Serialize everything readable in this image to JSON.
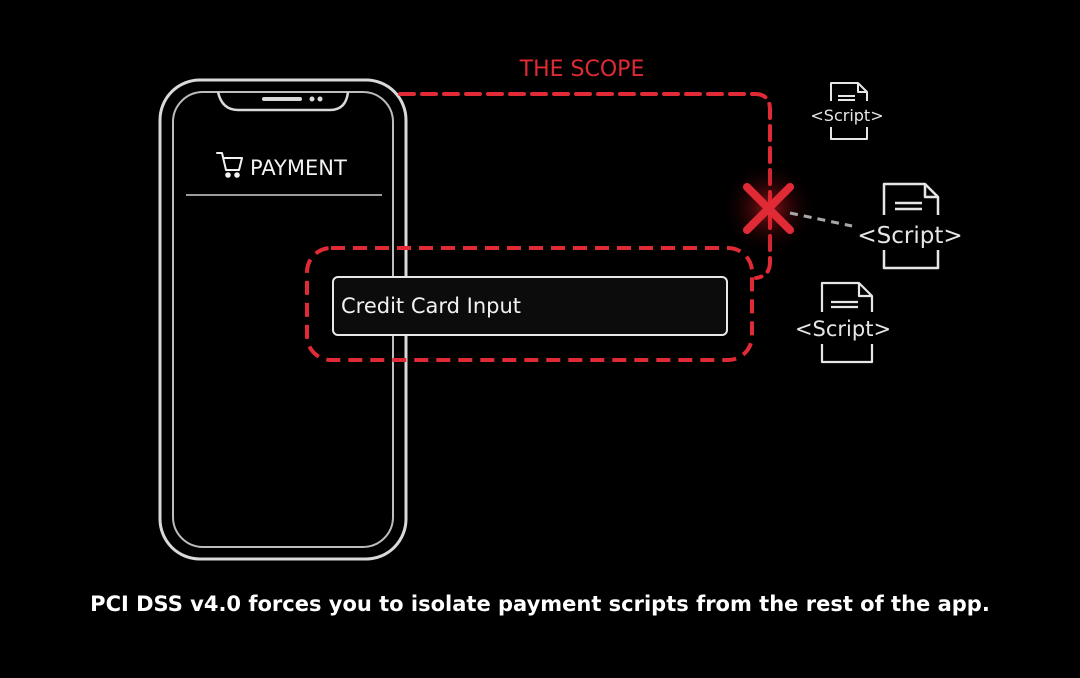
{
  "phone": {
    "header_icon": "shopping-cart-icon",
    "header_label": "PAYMENT"
  },
  "input": {
    "label": "Credit Card Input"
  },
  "scope": {
    "title": "THE SCOPE",
    "color": "#e02a35"
  },
  "blocked_marker": {
    "icon": "blocked-x-icon",
    "color": "#e02a35"
  },
  "scripts": [
    {
      "label": "<Script>",
      "icon": "document-icon"
    },
    {
      "label": "<Script>",
      "icon": "document-icon"
    },
    {
      "label": "<Script>",
      "icon": "document-icon"
    }
  ],
  "caption": "PCI DSS v4.0 forces you to isolate payment scripts from the rest of the app."
}
